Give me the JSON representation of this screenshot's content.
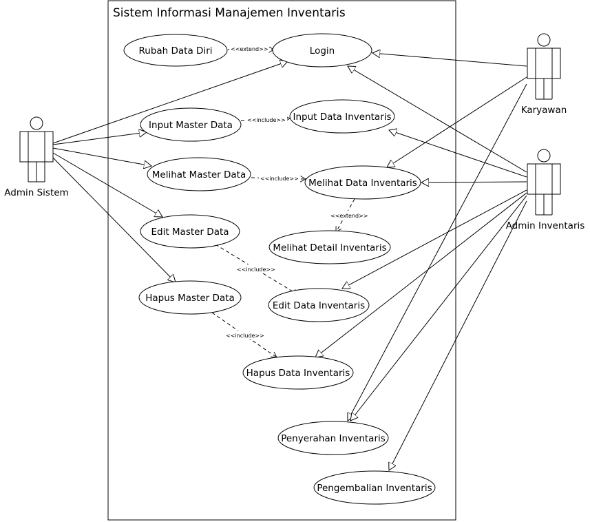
{
  "system": {
    "title": "Sistem Informasi Manajemen Inventaris"
  },
  "actors": {
    "admin_sistem": "Admin Sistem",
    "karyawan": "Karyawan",
    "admin_inventaris": "Admin Inventaris"
  },
  "use_cases": {
    "rubah_data_diri": "Rubah Data Diri",
    "login": "Login",
    "input_master_data": "Input Master Data",
    "input_data_inventaris": "Input Data Inventaris",
    "melihat_master_data": "Melihat Master Data",
    "melihat_data_inventaris": "Melihat Data Inventaris",
    "melihat_detail_inventaris": "Melihat Detail Inventaris",
    "edit_master_data": "Edit Master Data",
    "edit_data_inventaris": "Edit Data Inventaris",
    "hapus_master_data": "Hapus Master Data",
    "hapus_data_inventaris": "Hapus Data Inventaris",
    "penyerahan_inventaris": "Penyerahan Inventaris",
    "pengembalian_inventaris": "Pengembalian Inventaris"
  },
  "stereotypes": {
    "extend_login": "<<extend>>",
    "include_input": "<<include>>",
    "include_melihat": "<<include>>",
    "extend_detail": "<<extend>>",
    "include_edit": "<<include>>",
    "include_hapus": "<<include>>"
  }
}
